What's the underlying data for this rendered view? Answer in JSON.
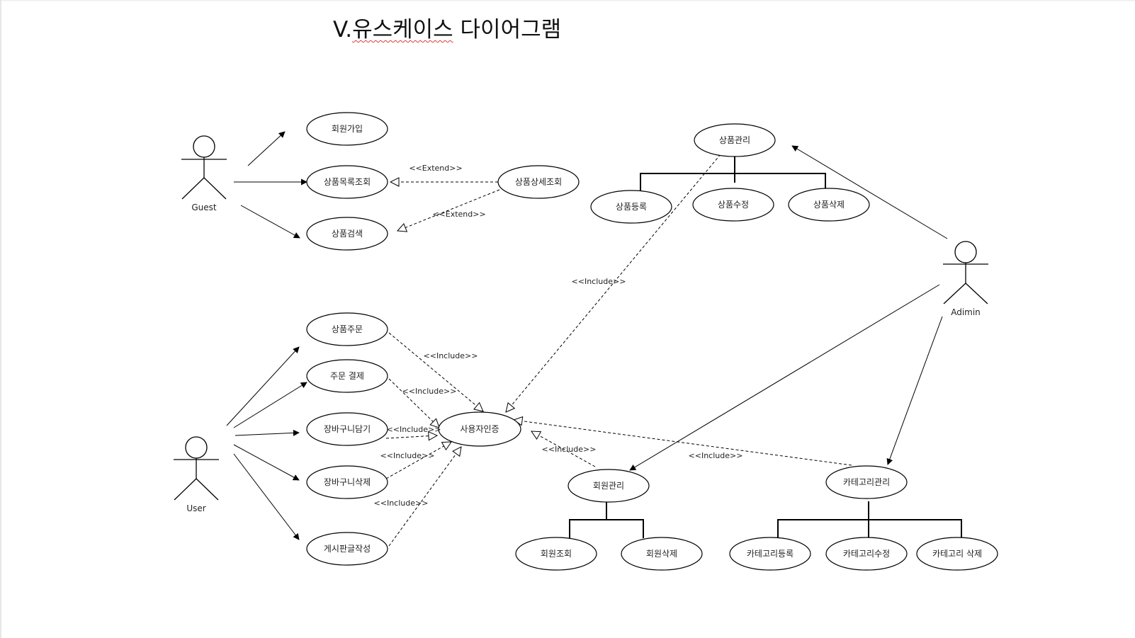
{
  "title": {
    "prefix": "V.",
    "squiggled": "유스케이스",
    "suffix": " 다이어그램"
  },
  "colors": {
    "stroke": "#000000",
    "text": "#222222",
    "squiggle": "#e03a3a"
  },
  "actors": {
    "guest": "Guest",
    "user": "User",
    "admin": "Adimin"
  },
  "usecases": {
    "signup": "회원가입",
    "product_list": "상품목록조회",
    "product_search": "상품검색",
    "product_detail": "상품상세조회",
    "product_order": "상품주문",
    "order_payment": "주문 결제",
    "cart_add": "장바구니담기",
    "cart_delete": "장바구니삭제",
    "board_write": "게시판글작성",
    "user_auth": "사용자인증",
    "product_manage": "상품관리",
    "product_register": "상품등록",
    "product_edit": "상품수정",
    "product_delete": "상품삭제",
    "member_manage": "회원관리",
    "member_view": "회원조회",
    "member_delete": "회원삭제",
    "category_manage": "카테고리관리",
    "category_register": "카테고리등록",
    "category_edit": "카테고리수정",
    "category_delete": "카테고리 삭제"
  },
  "stereotypes": {
    "extend": "<<Extend>>",
    "include": "<<Include>>"
  }
}
